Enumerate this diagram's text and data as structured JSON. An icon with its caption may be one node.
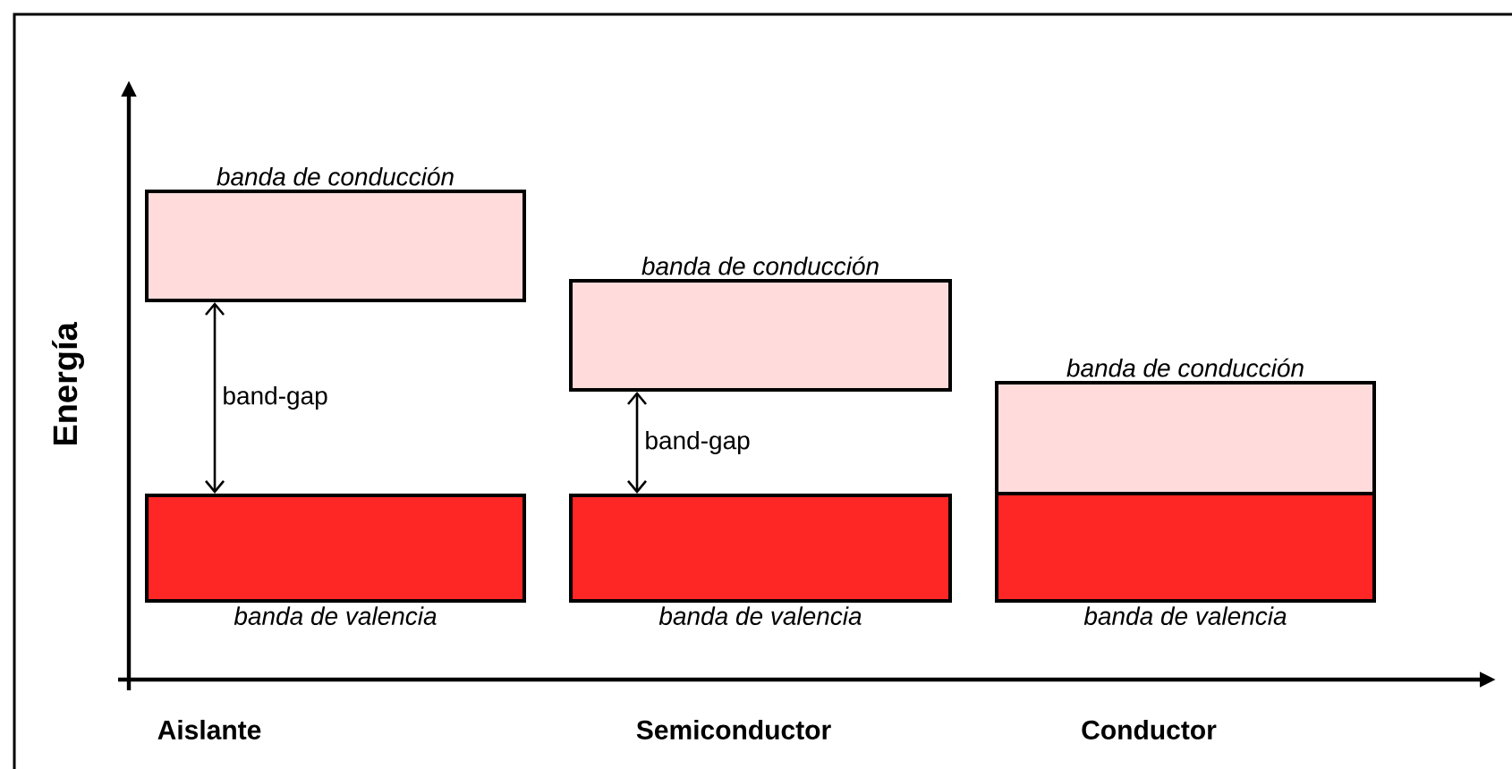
{
  "diagram": {
    "nodes": [
      {
        "text": [
          "banda de conducción"
        ]
      },
      {
        "text": [
          "banda de valencia"
        ]
      },
      {
        "text": [
          "banda de conducción"
        ]
      },
      {
        "text": [
          "banda de valencia"
        ]
      },
      {
        "text": [
          "banda de conducción"
        ]
      },
      {
        "text": [
          "banda de valencia"
        ]
      }
    ],
    "edges": [
      {
        "from": 0,
        "to": 1,
        "arrow": "both",
        "label": "band-gap"
      },
      {
        "from": 2,
        "to": 3,
        "arrow": "both",
        "label": "band-gap"
      }
    ],
    "labels": [
      "Energía",
      "Aislante",
      "Semiconductor",
      "Conductor"
    ]
  }
}
